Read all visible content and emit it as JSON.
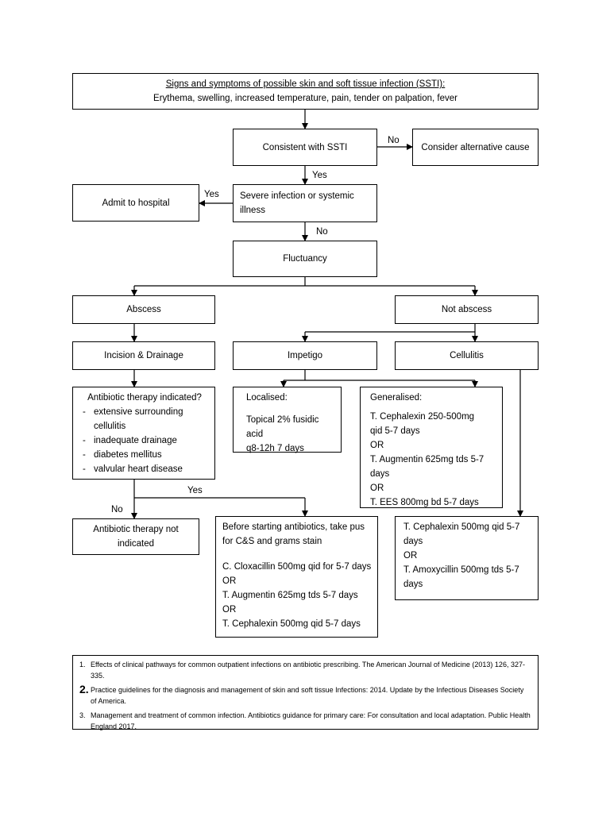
{
  "top": {
    "title": "Signs and symptoms of possible skin and soft tissue infection (SSTI):",
    "subtitle": "Erythema, swelling, increased temperature, pain, tender on palpation, fever"
  },
  "consistent": "Consistent with SSTI",
  "alternative": "Consider alternative cause",
  "severe": "Severe infection or systemic illness",
  "admit": "Admit to hospital",
  "fluctuancy": "Fluctuancy",
  "abscess": "Abscess",
  "not_abscess": "Not abscess",
  "incision": "Incision & Drainage",
  "impetigo": "Impetigo",
  "cellulitis": "Cellulitis",
  "labels": {
    "no": "No",
    "yes": "Yes"
  },
  "indicated": {
    "heading": "Antibiotic therapy indicated?",
    "items": [
      "extensive surrounding",
      "inadequate drainage",
      "diabetes mellitus",
      "valvular heart disease"
    ],
    "item1_cont": "cellulitis"
  },
  "localised": {
    "heading": "Localised:",
    "line1": "Topical 2% fusidic acid",
    "line2": "q8-12h 7 days"
  },
  "generalised": {
    "heading": "Generalised:",
    "lines": [
      "T. Cephalexin 250-500mg",
      "qid 5-7 days",
      "OR",
      "T. Augmentin 625mg tds 5-7",
      "days",
      "OR",
      "T. EES 800mg bd 5-7 days"
    ]
  },
  "not_indicated": {
    "line1": "Antibiotic therapy not",
    "line2": "indicated"
  },
  "before": {
    "line1": "Before starting antibiotics, take pus",
    "line2": "for C&S and grams stain",
    "lines": [
      "C. Cloxacillin 500mg qid for 5-7 days",
      "OR",
      "T. Augmentin 625mg tds 5-7 days",
      "OR",
      "T. Cephalexin 500mg qid 5-7 days"
    ]
  },
  "cellulitis_tx": {
    "lines": [
      "T. Cephalexin 500mg qid 5-7",
      "days",
      "OR",
      "T. Amoxycillin 500mg tds 5-7",
      "days"
    ]
  },
  "references": [
    {
      "num": "1.",
      "text": "Effects of clinical pathways for common outpatient infections on antibiotic prescribing. The American Journal of Medicine (2013) 126, 327- 335."
    },
    {
      "num": "2.",
      "text": "Practice guidelines for the diagnosis and management of skin and soft tissue Infections: 2014. Update by the Infectious Diseases Society of America."
    },
    {
      "num": "3.",
      "text": "Management and treatment of common infection. Antibiotics guidance for primary care: For consultation and local adaptation. Public Health England 2017."
    }
  ]
}
